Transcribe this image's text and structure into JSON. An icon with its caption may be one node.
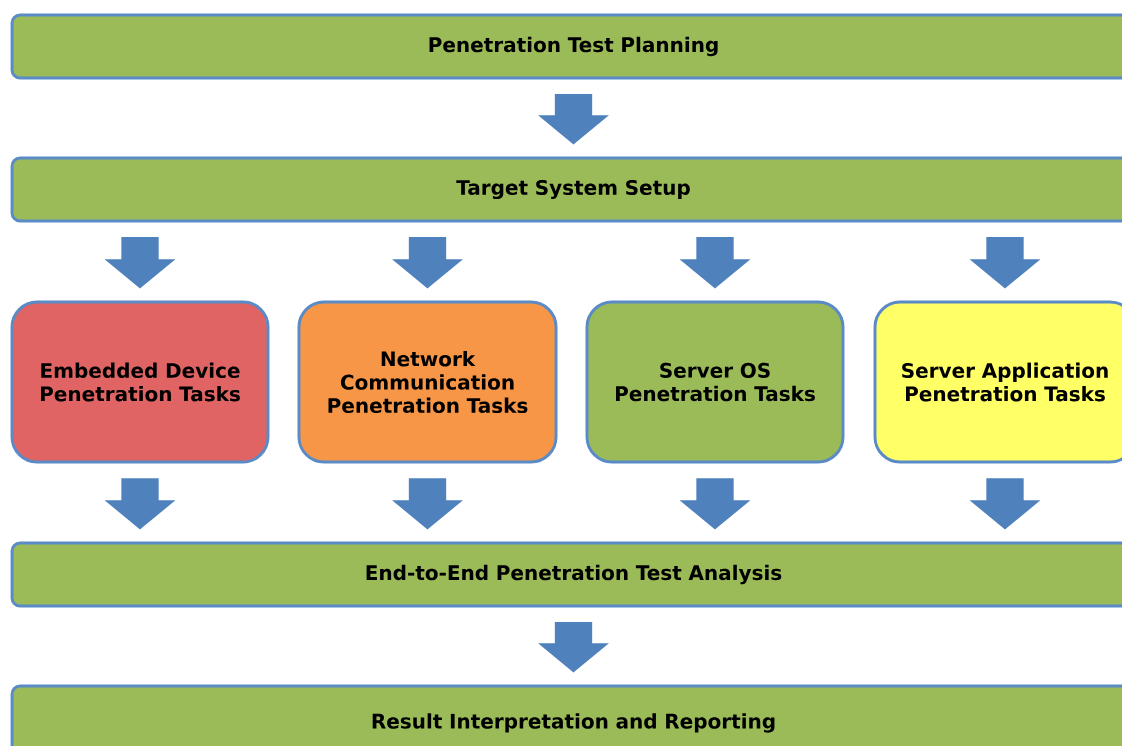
{
  "diagram": {
    "nodes": [
      {
        "text": [
          "Penetration Test Planning"
        ]
      },
      {
        "text": [
          "Target System Setup"
        ]
      },
      {
        "text": [
          "Embedded Device Penetration Tasks"
        ]
      },
      {
        "text": [
          "Network Communication Penetration Tasks"
        ]
      },
      {
        "text": [
          "Server OS Penetration Tasks"
        ]
      },
      {
        "text": [
          "Server Application Penetration Tasks"
        ]
      },
      {
        "text": [
          "End-to-End Penetration Test Analysis"
        ]
      },
      {
        "text": [
          "Result Interpretation and Reporting"
        ]
      }
    ],
    "edges": [
      {
        "from": 0,
        "to": 1,
        "arrow": "to"
      },
      {
        "from": 1,
        "to": 2,
        "arrow": "to"
      },
      {
        "from": 1,
        "to": 3,
        "arrow": "to"
      },
      {
        "from": 1,
        "to": 4,
        "arrow": "to"
      },
      {
        "from": 1,
        "to": 5,
        "arrow": "to"
      },
      {
        "from": 2,
        "to": 6,
        "arrow": "to"
      },
      {
        "from": 3,
        "to": 6,
        "arrow": "to"
      },
      {
        "from": 4,
        "to": 6,
        "arrow": "to"
      },
      {
        "from": 5,
        "to": 6,
        "arrow": "to"
      },
      {
        "from": 6,
        "to": 7,
        "arrow": "to"
      }
    ]
  }
}
